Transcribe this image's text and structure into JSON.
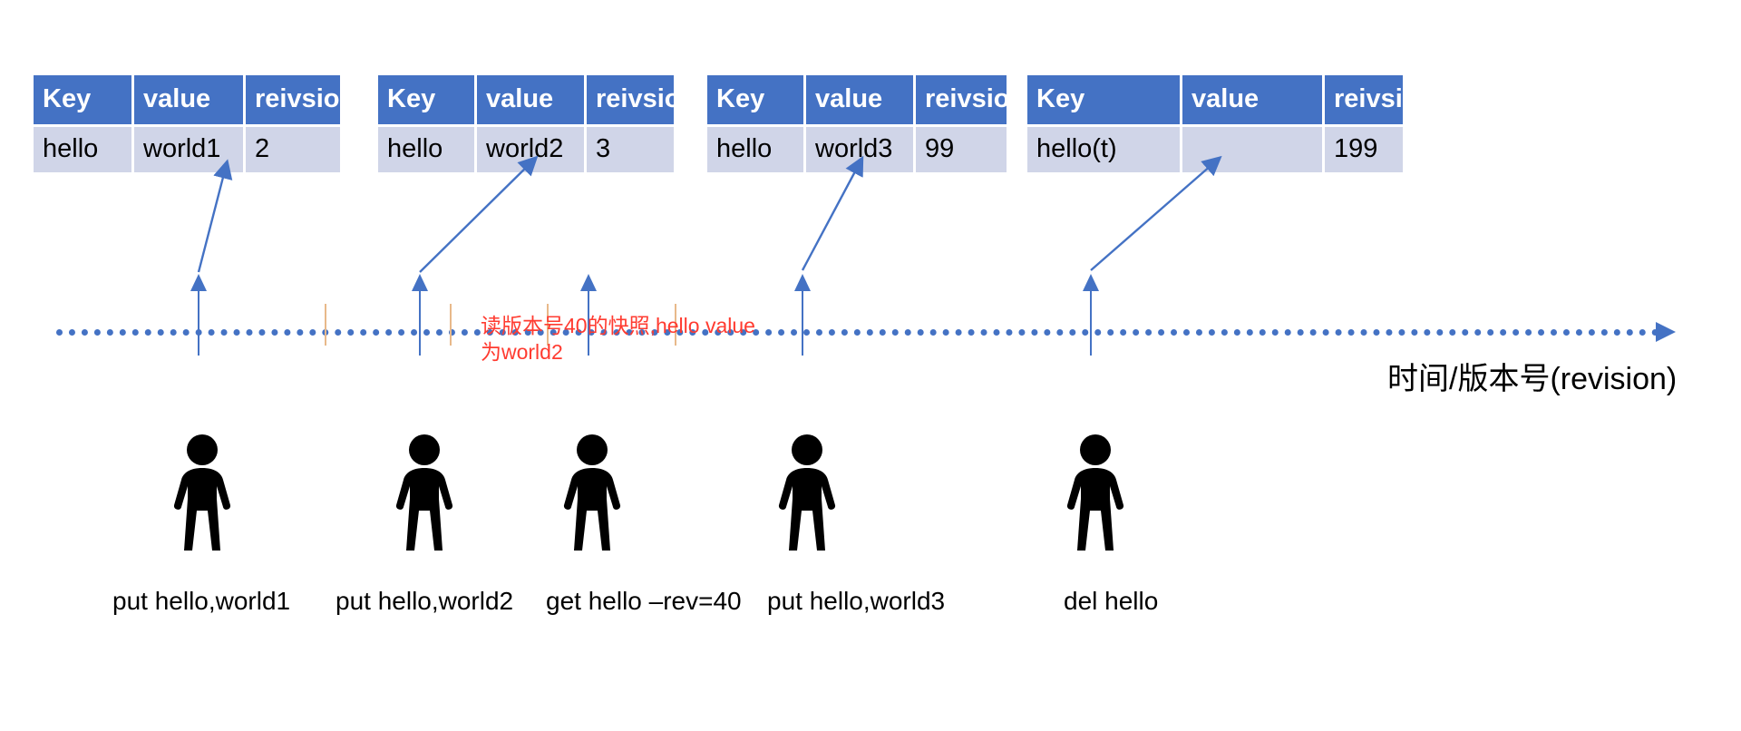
{
  "diagram": {
    "title_axis_label": "时间/版本号(revision)",
    "accent_blue": "#4472C4",
    "row_fill": "#D0D5E8",
    "tick_color": "#E8B98A",
    "note_color": "#FF3B30"
  },
  "tables": [
    {
      "name": "snapshot-rev-2",
      "headers": [
        "Key",
        "value",
        "reivsion"
      ],
      "row": [
        "hello",
        "world1",
        "2"
      ]
    },
    {
      "name": "snapshot-rev-3",
      "headers": [
        "Key",
        "value",
        "reivsion"
      ],
      "row": [
        "hello",
        "world2",
        "3"
      ]
    },
    {
      "name": "snapshot-rev-99",
      "headers": [
        "Key",
        "value",
        "reivsion"
      ],
      "row": [
        "hello",
        "world3",
        "99"
      ]
    },
    {
      "name": "snapshot-rev-199",
      "headers": [
        "Key",
        "value",
        "reivsion"
      ],
      "row": [
        "hello(t)",
        "",
        "199"
      ]
    }
  ],
  "events": [
    {
      "label": "put hello,world1"
    },
    {
      "label": "put hello,world2"
    },
    {
      "label": "get hello –rev=40"
    },
    {
      "label": "put hello,world3"
    },
    {
      "label": "del hello"
    }
  ],
  "annotation": {
    "line1": "读版本号40的快照,hello value",
    "line2": "为world2"
  }
}
